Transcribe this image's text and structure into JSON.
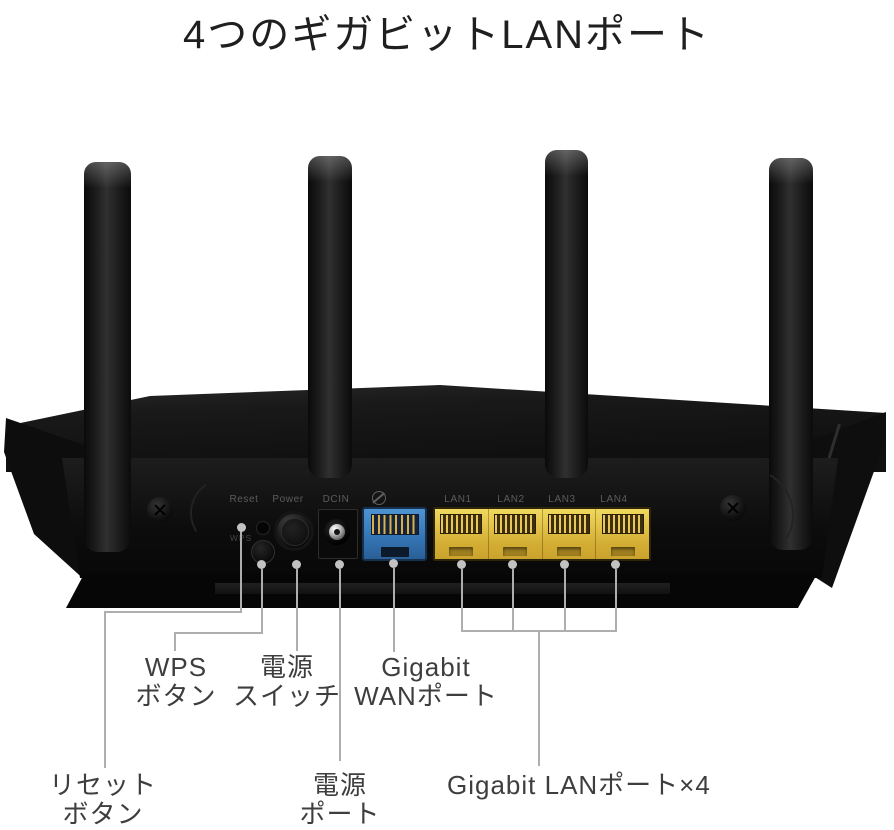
{
  "title": "4つのギガビットLANポート",
  "panel": {
    "reset_label": "Reset",
    "power_label": "Power",
    "dcin_label": "DCIN",
    "wps_label": "WPS",
    "wan_icon": "globe",
    "lan_labels": [
      "LAN1",
      "LAN2",
      "LAN3",
      "LAN4"
    ]
  },
  "callouts": {
    "wps": {
      "line1": "WPS",
      "line2": "ボタン"
    },
    "power_switch": {
      "line1": "電源",
      "line2": "スイッチ"
    },
    "wan": {
      "line1": "Gigabit",
      "line2": "WANポート"
    },
    "reset": {
      "line1": "リセット",
      "line2": "ボタン"
    },
    "power_port": {
      "line1": "電源",
      "line2": "ポート"
    },
    "lan": {
      "label": "Gigabit LANポート×4"
    }
  },
  "colors": {
    "background": "#ffffff",
    "lan_port_yellow": "#e3c54a",
    "wan_port_blue": "#3b7fc0",
    "callout_line": "#aeaeae",
    "label_text": "#3e3e3e"
  }
}
